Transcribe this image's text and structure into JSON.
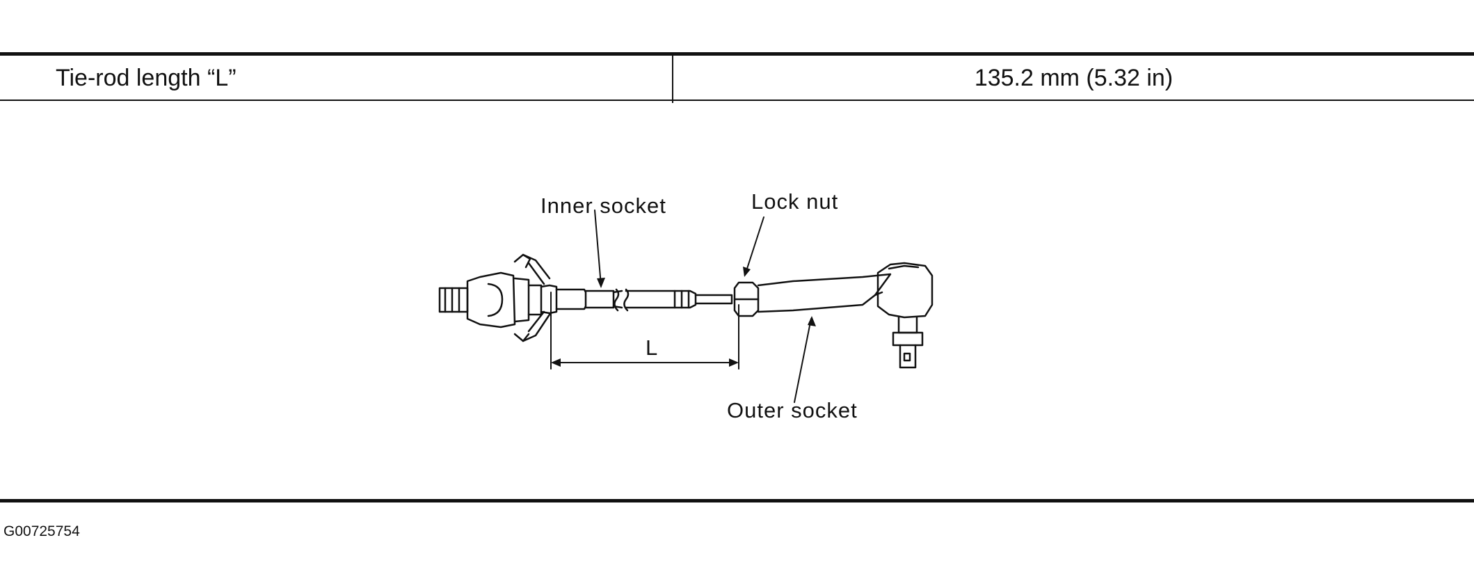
{
  "spec": {
    "label": "Tie-rod length “L”",
    "value": "135.2 mm (5.32 in)"
  },
  "diagram": {
    "inner_socket_label": "Inner socket",
    "lock_nut_label": "Lock nut",
    "outer_socket_label": "Outer socket",
    "dimension_label": "L"
  },
  "figure_id": "G00725754"
}
